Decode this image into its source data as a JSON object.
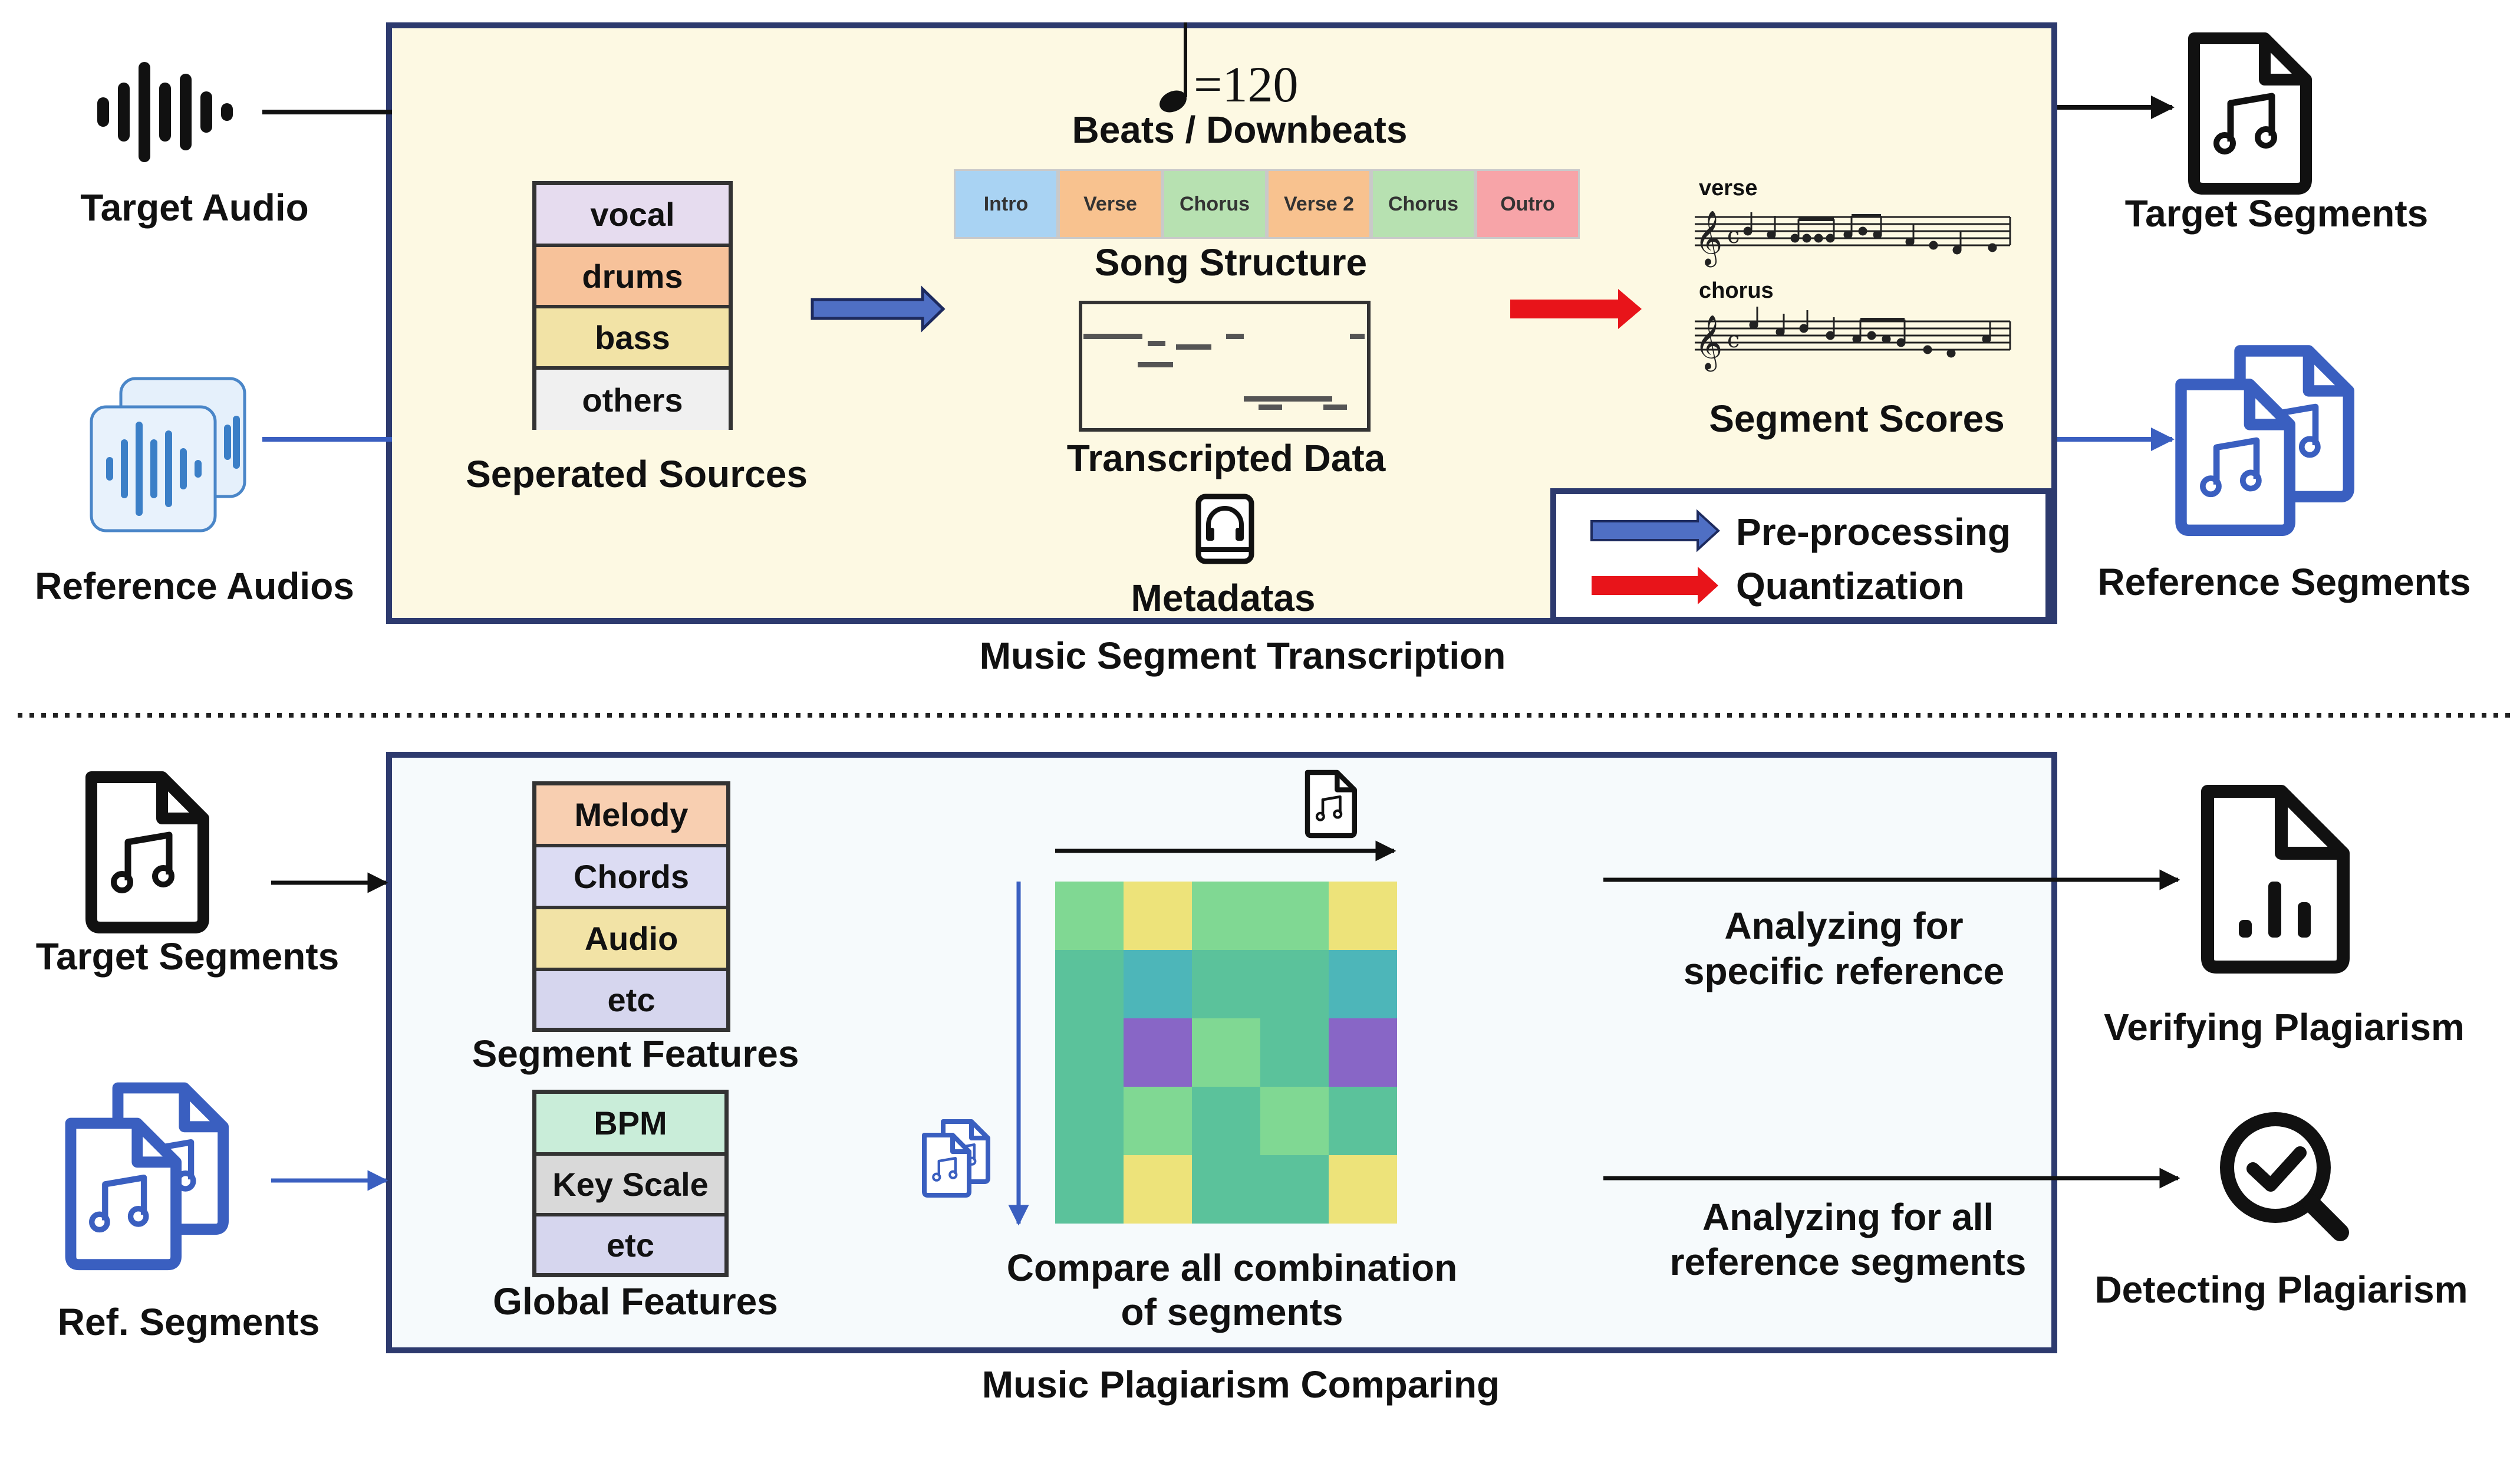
{
  "top": {
    "inputs": {
      "target_audio": "Target Audio",
      "reference_audios": "Reference Audios"
    },
    "separated_sources": {
      "items": [
        "vocal",
        "drums",
        "bass",
        "others"
      ],
      "caption": "Seperated Sources"
    },
    "tempo": "=120",
    "beats_label": "Beats / Downbeats",
    "song_structure": {
      "sections": [
        "Intro",
        "Verse",
        "Chorus",
        "Verse 2",
        "Chorus",
        "Outro"
      ],
      "caption": "Song Structure"
    },
    "transcripted_caption": "Transcripted Data",
    "metadata_caption": "Metadatas",
    "scores": {
      "verse": "verse",
      "chorus": "chorus",
      "caption": "Segment Scores"
    },
    "legend": {
      "preprocessing": "Pre-processing",
      "quantization": "Quantization"
    },
    "panel_title": "Music Segment Transcription",
    "outputs": {
      "target": "Target Segments",
      "reference": "Reference Segments"
    }
  },
  "bottom": {
    "inputs": {
      "target": "Target Segments",
      "reference": "Ref. Segments"
    },
    "segment_features": {
      "items": [
        "Melody",
        "Chords",
        "Audio",
        "etc"
      ],
      "caption": "Segment Features"
    },
    "global_features": {
      "items": [
        "BPM",
        "Key Scale",
        "etc"
      ],
      "caption": "Global Features"
    },
    "compare_caption_line1": "Compare all combination",
    "compare_caption_line2": "of segments",
    "analysis_specific_line1": "Analyzing for",
    "analysis_specific_line2": "specific reference",
    "analysis_all_line1": "Analyzing for all",
    "analysis_all_line2": "reference segments",
    "outputs": {
      "verifying": "Verifying Plagiarism",
      "detecting": "Detecting Plagiarism"
    },
    "panel_title": "Music Plagiarism Comparing"
  },
  "colors": {
    "panel_border": "#2d3a6e",
    "top_panel_bg": "#fdf9e3",
    "bottom_panel_bg": "#f6fafc",
    "preprocessing_arrow": "#4f6fc4",
    "quantization_arrow": "#e8141a",
    "reference_blue": "#3a5fc0",
    "source_vocal": "#e6dcef",
    "source_drums": "#f7c29a",
    "source_bass": "#f2e3a6",
    "source_others": "#f0f0f0",
    "struct": [
      "#a9d3f3",
      "#f8c28f",
      "#b7e1b1",
      "#f8c28f",
      "#b7e1b1",
      "#f7a4a8"
    ],
    "feat_melody": "#f8cfb1",
    "feat_chords": "#dcdcf3",
    "feat_audio": "#f2e3a6",
    "feat_etc": "#d6d6ee",
    "glob_bpm": "#c9edd9",
    "glob_key": "#d9d9d9",
    "glob_etc": "#d6d6ee",
    "heat_green": "#80d893",
    "heat_teal": "#5bc29b",
    "heat_yellow": "#ede37a",
    "heat_cyan": "#4db6b9",
    "heat_purple": "#8866c6"
  },
  "heatmap": [
    [
      "heat_green",
      "heat_yellow",
      "heat_green",
      "heat_green",
      "heat_yellow"
    ],
    [
      "heat_teal",
      "heat_cyan",
      "heat_teal",
      "heat_teal",
      "heat_cyan"
    ],
    [
      "heat_teal",
      "heat_purple",
      "heat_green",
      "heat_teal",
      "heat_purple"
    ],
    [
      "heat_teal",
      "heat_green",
      "heat_teal",
      "heat_green",
      "heat_teal"
    ],
    [
      "heat_teal",
      "heat_yellow",
      "heat_teal",
      "heat_teal",
      "heat_yellow"
    ]
  ],
  "icons": [
    "waveform-icon",
    "waveform-stack-icon",
    "music-file-icon",
    "music-file-stack-icon",
    "quarter-note-icon",
    "headphones-book-icon",
    "sheet-music-icon",
    "bar-chart-file-icon",
    "magnifier-check-icon"
  ]
}
